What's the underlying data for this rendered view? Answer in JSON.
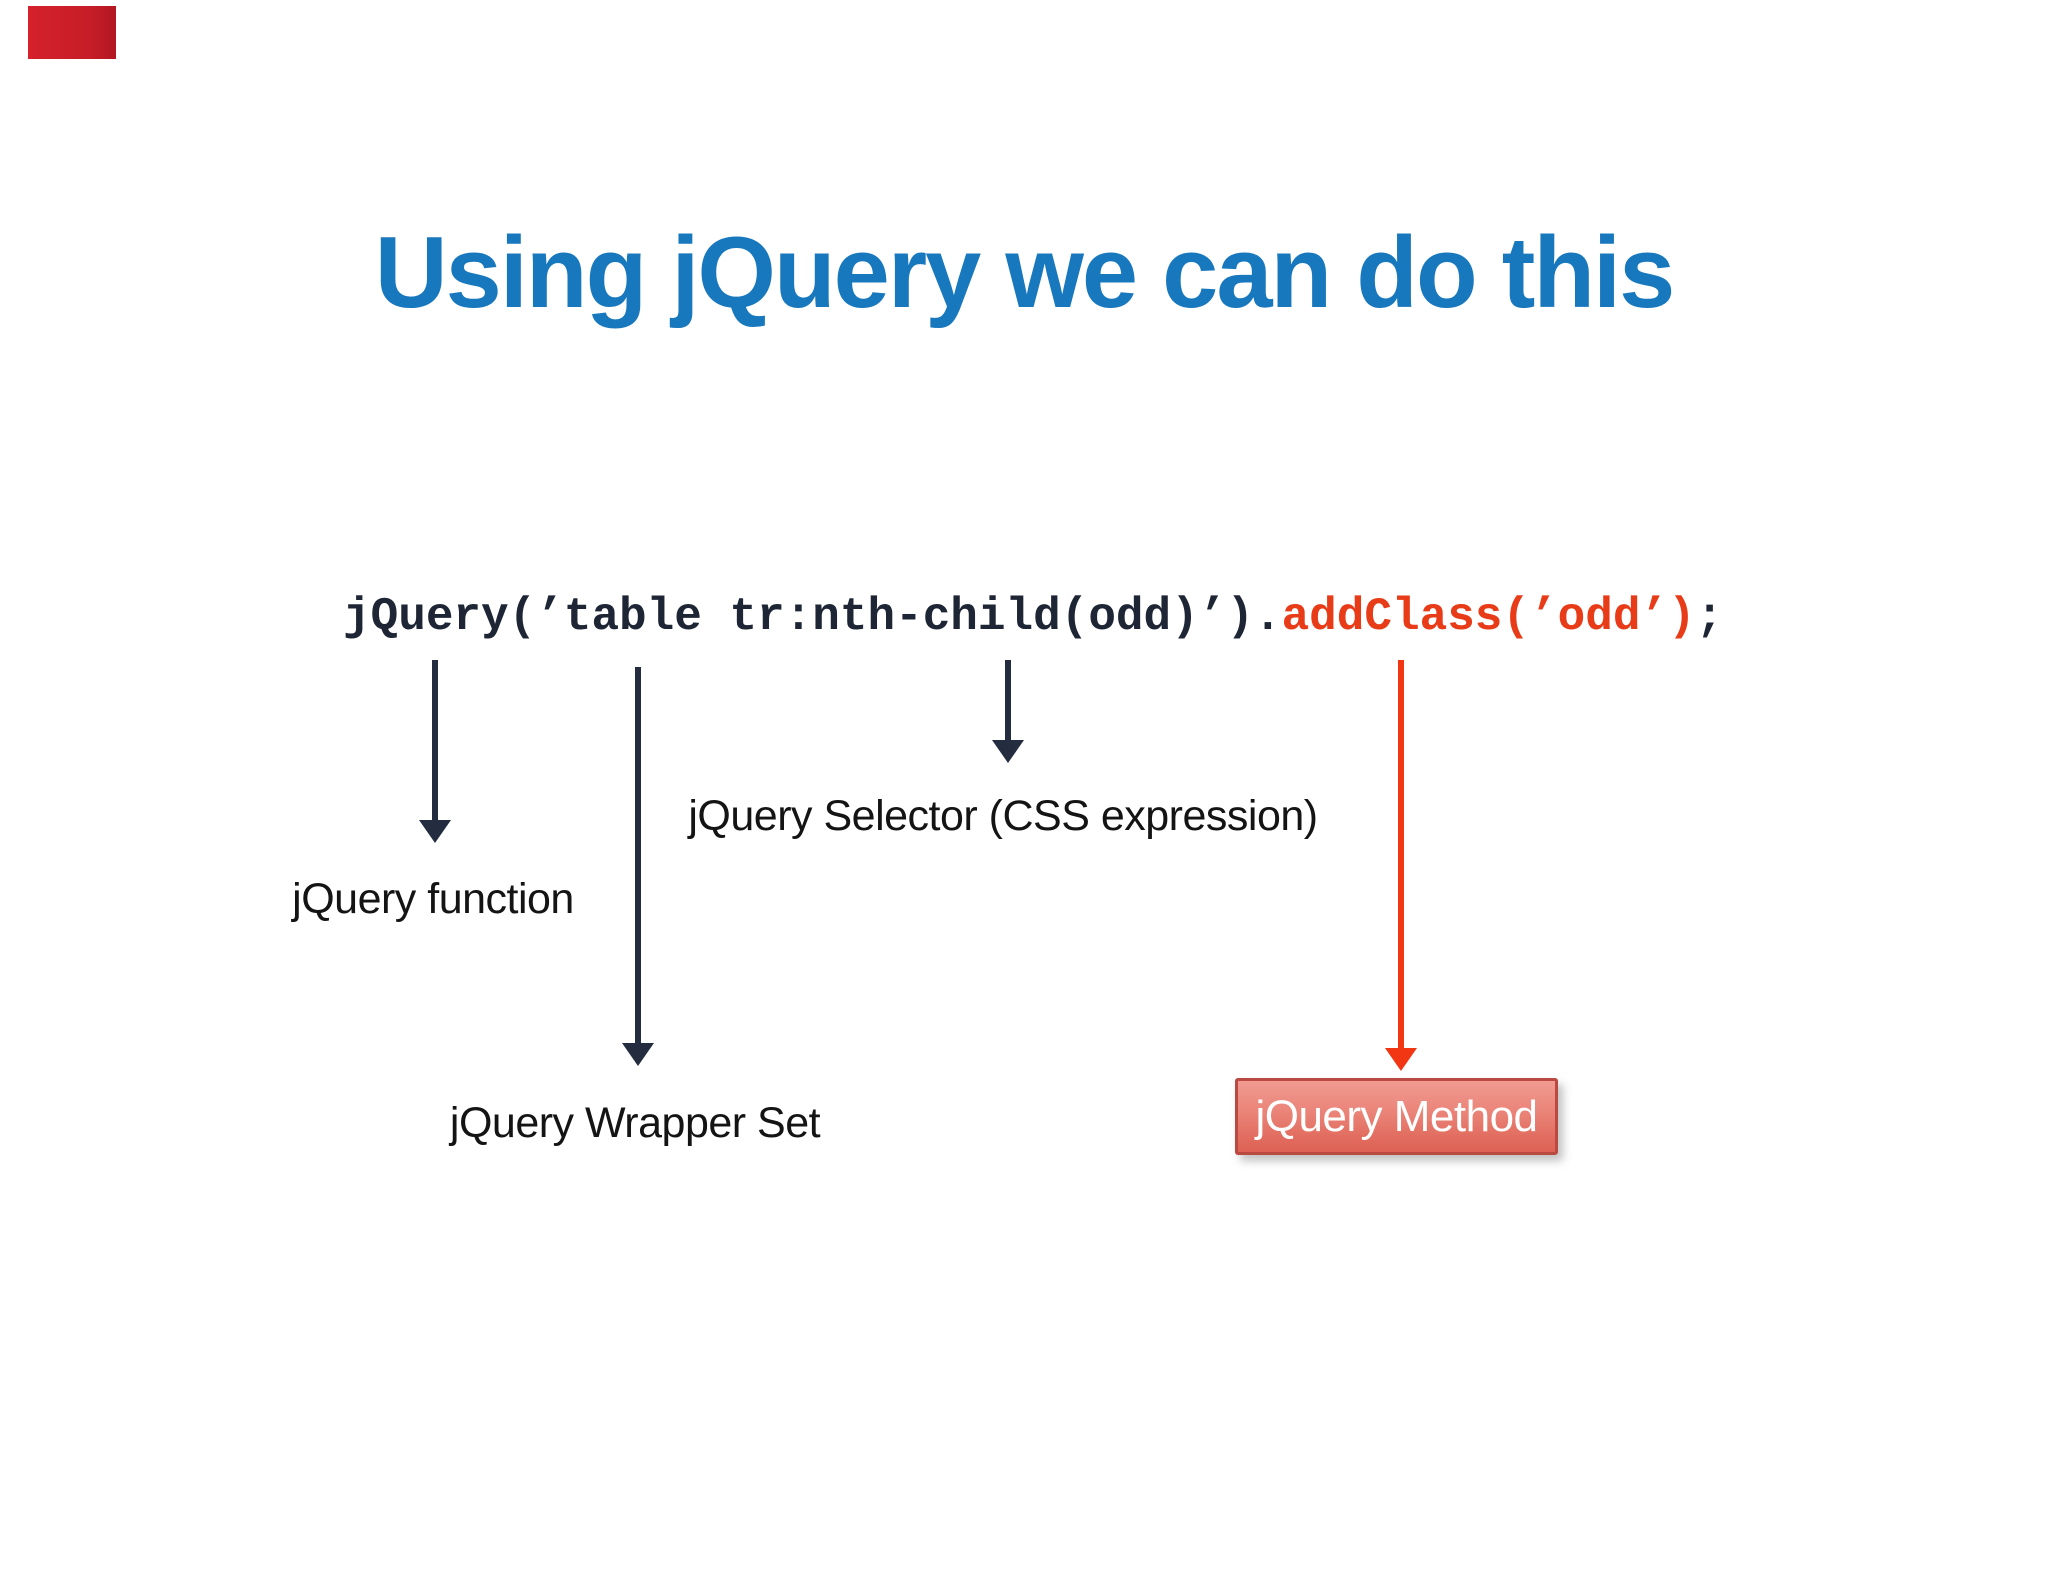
{
  "slide": {
    "title": "Using jQuery we can do this",
    "code": {
      "prefix": "jQuery(’table tr:nth-child(odd)’).",
      "method": "addClass(’odd’)",
      "suffix": ";"
    },
    "labels": {
      "function": "jQuery function",
      "selector": "jQuery Selector (CSS expression)",
      "wrapper": "jQuery Wrapper Set",
      "method": "jQuery Method"
    },
    "colors": {
      "title_blue": "#1878be",
      "code_text": "#1e2636",
      "code_method_red": "#e83b17",
      "arrow_dark": "#232d3f",
      "arrow_red": "#f23512",
      "method_box_border": "#b84a42",
      "method_box_fill_top": "#f19b91",
      "method_box_fill_bottom": "#dd6255",
      "method_box_text": "#ffffff",
      "corner_mark_red": "#c61d28",
      "background": "#ffffff"
    }
  }
}
